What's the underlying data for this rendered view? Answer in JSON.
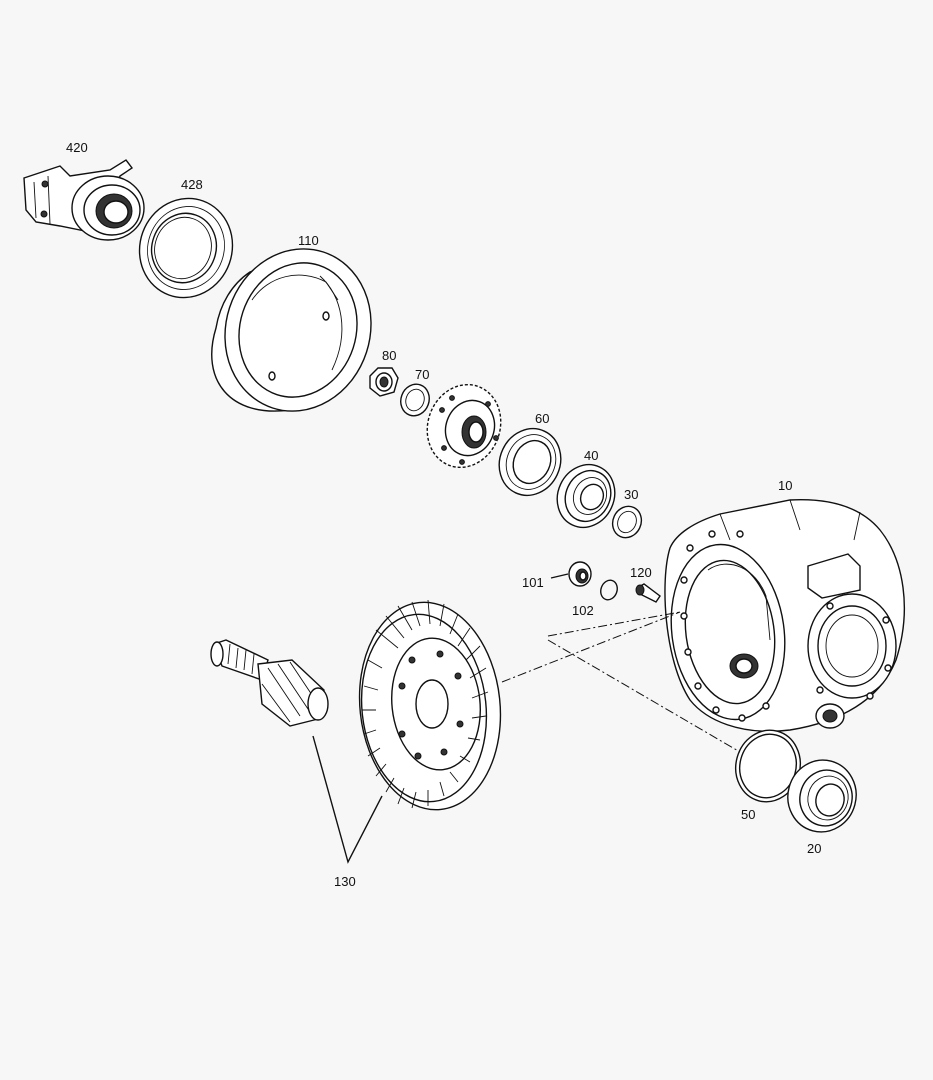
{
  "labels": {
    "p420": "420",
    "p428": "428",
    "p110": "110",
    "p80": "80",
    "p70": "70",
    "p60": "60",
    "p40": "40",
    "p30": "30",
    "p10": "10",
    "p101": "101",
    "p102": "102",
    "p120": "120",
    "p50": "50",
    "p20": "20",
    "p130": "130"
  }
}
